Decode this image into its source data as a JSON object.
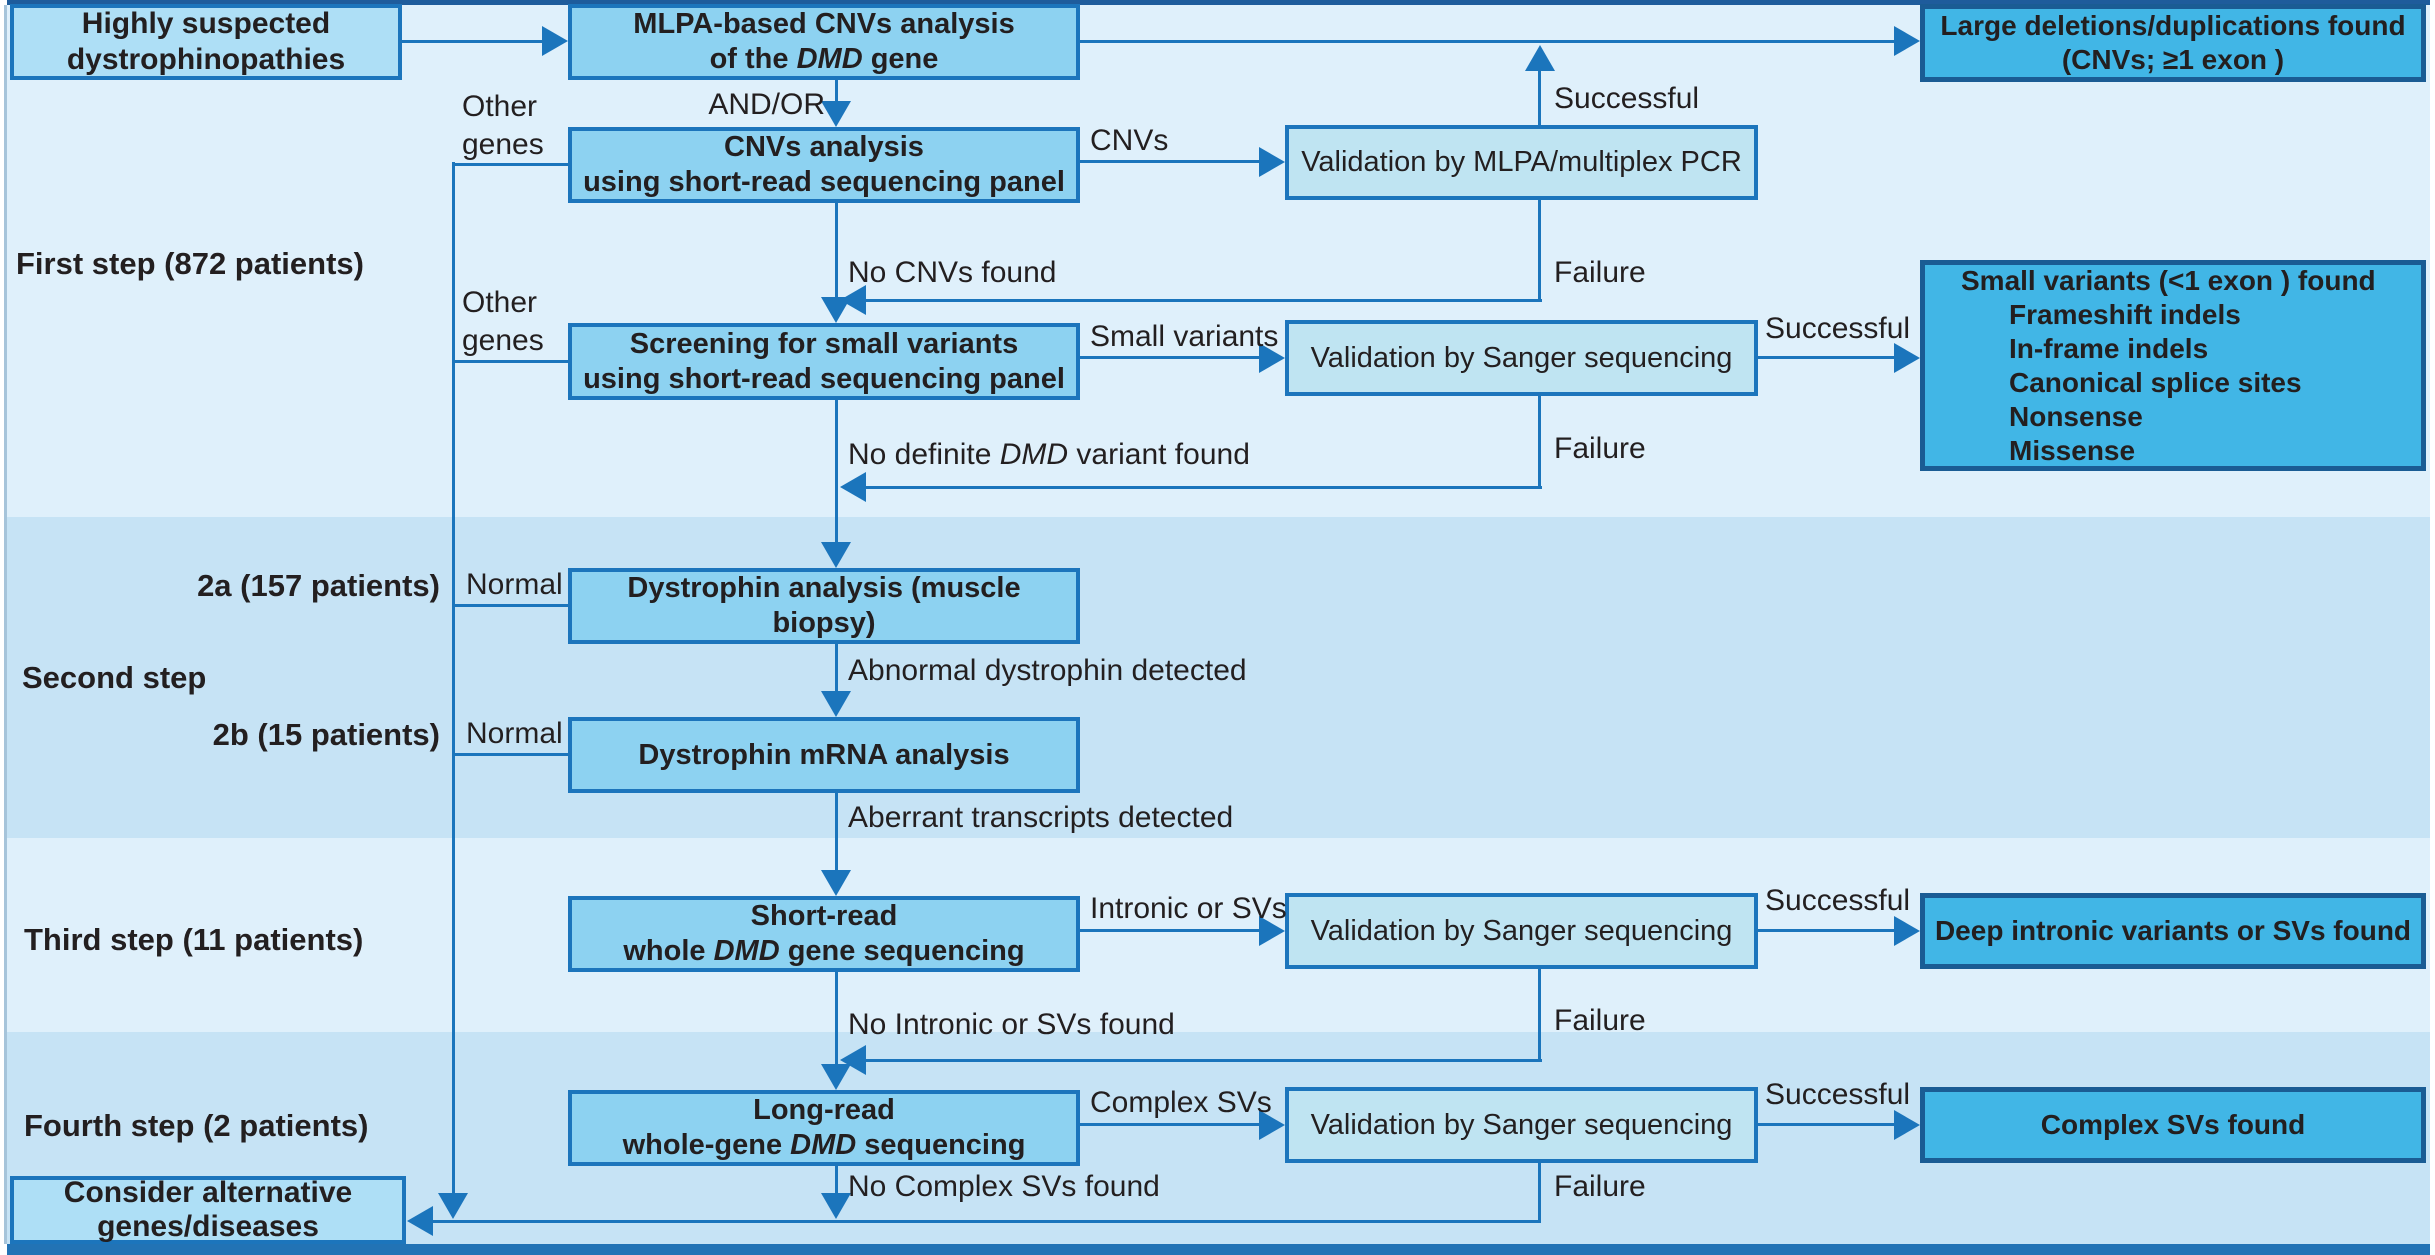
{
  "palette": {
    "line": "#1b75bc",
    "band_light": "#dff0fb",
    "band_dark": "#c6e3f5",
    "process_fill": "#8dd2f1",
    "terminal_fill": "#aedff6",
    "validation_fill": "#bfe4f2",
    "result_fill": "#41b6e6",
    "result_border": "#1a5c94",
    "box_border": "#1c75bc",
    "text": "#231f20"
  },
  "left_labels": {
    "first_step": "First step (872 patients)",
    "second_step": "Second step",
    "step_2a": "2a (157 patients)",
    "step_2b": "2b (15 patients)",
    "third_step": "Third step (11 patients)",
    "fourth_step": "Fourth step (2 patients)"
  },
  "boxes": {
    "start": {
      "lines": [
        "Highly suspected",
        "dystrophinopathies"
      ]
    },
    "mlpa": {
      "lines": [
        "MLPA-based CNVs analysis",
        [
          {
            "t": "of the "
          },
          {
            "t": "DMD",
            "i": true
          },
          {
            "t": " gene"
          }
        ]
      ]
    },
    "cnvs": {
      "lines": [
        "CNVs analysis",
        "using short-read sequencing panel"
      ]
    },
    "screening": {
      "lines": [
        "Screening for small variants",
        "using short-read sequencing panel"
      ]
    },
    "validation_mlpa": {
      "label": "Validation by MLPA/multiplex PCR"
    },
    "validation_sanger": {
      "label": "Validation  by Sanger sequencing"
    },
    "dystrophin": {
      "lines": [
        "Dystrophin analysis (muscle biopsy)"
      ]
    },
    "mrna": {
      "lines": [
        "Dystrophin mRNA analysis"
      ]
    },
    "short_read": {
      "lines": [
        "Short-read",
        [
          {
            "t": "whole "
          },
          {
            "t": "DMD",
            "i": true
          },
          {
            "t": " gene sequencing"
          }
        ]
      ]
    },
    "long_read": {
      "lines": [
        "Long-read",
        [
          {
            "t": "whole-gene "
          },
          {
            "t": "DMD",
            "i": true
          },
          {
            "t": " sequencing"
          }
        ]
      ]
    },
    "result_cnvs": {
      "lines": [
        "Large deletions/duplications found",
        "(CNVs; ≥1 exon )"
      ]
    },
    "result_small": {
      "title": "Small variants (<1 exon ) found",
      "items": [
        "Frameshift indels",
        "In-frame indels",
        "Canonical splice sites",
        "Nonsense",
        "Missense"
      ]
    },
    "result_intronic": {
      "label": "Deep intronic variants or SVs found"
    },
    "result_complex": {
      "label": "Complex SVs found"
    },
    "consider": {
      "lines": [
        "Consider alternative",
        "genes/diseases"
      ]
    }
  },
  "edge_labels": {
    "and_or": "AND/OR",
    "other_genes_lines": [
      "Other",
      "genes"
    ],
    "cnvs": "CNVs",
    "small_variants": "Small variants",
    "intronic": "Intronic or SVs",
    "complex": "Complex SVs",
    "successful": "Successful",
    "failure": "Failure",
    "normal": "Normal",
    "no_cnvs": "No CNVs found",
    "no_definite": [
      {
        "t": "No definite "
      },
      {
        "t": "DMD",
        "i": true
      },
      {
        "t": " variant found"
      }
    ],
    "abnormal": "Abnormal dystrophin detected",
    "aberrant": "Aberrant transcripts detected",
    "no_intronic": "No Intronic or SVs found",
    "no_complex": "No Complex SVs found"
  }
}
